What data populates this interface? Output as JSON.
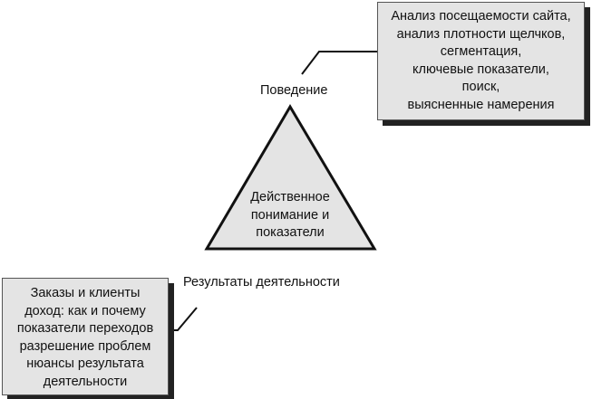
{
  "behavior": {
    "label": "Поведение",
    "lines": [
      "Анализ посещаемости сайта,",
      "анализ плотности щелчков,",
      "сегментация,",
      "ключевые показатели,",
      "поиск,",
      "выясненные намерения"
    ]
  },
  "outcomes": {
    "label": "Результаты деятельности",
    "lines": [
      "Заказы и клиенты",
      "доход: как и почему",
      "показатели переходов",
      "разрешение проблем",
      "нюансы результата",
      "деятельности"
    ]
  },
  "center": {
    "lines": [
      "Действенное",
      "понимание и",
      "показатели"
    ]
  },
  "colors": {
    "fill": "#e4e4e4",
    "shadow": "#222222",
    "stroke": "#111111"
  }
}
